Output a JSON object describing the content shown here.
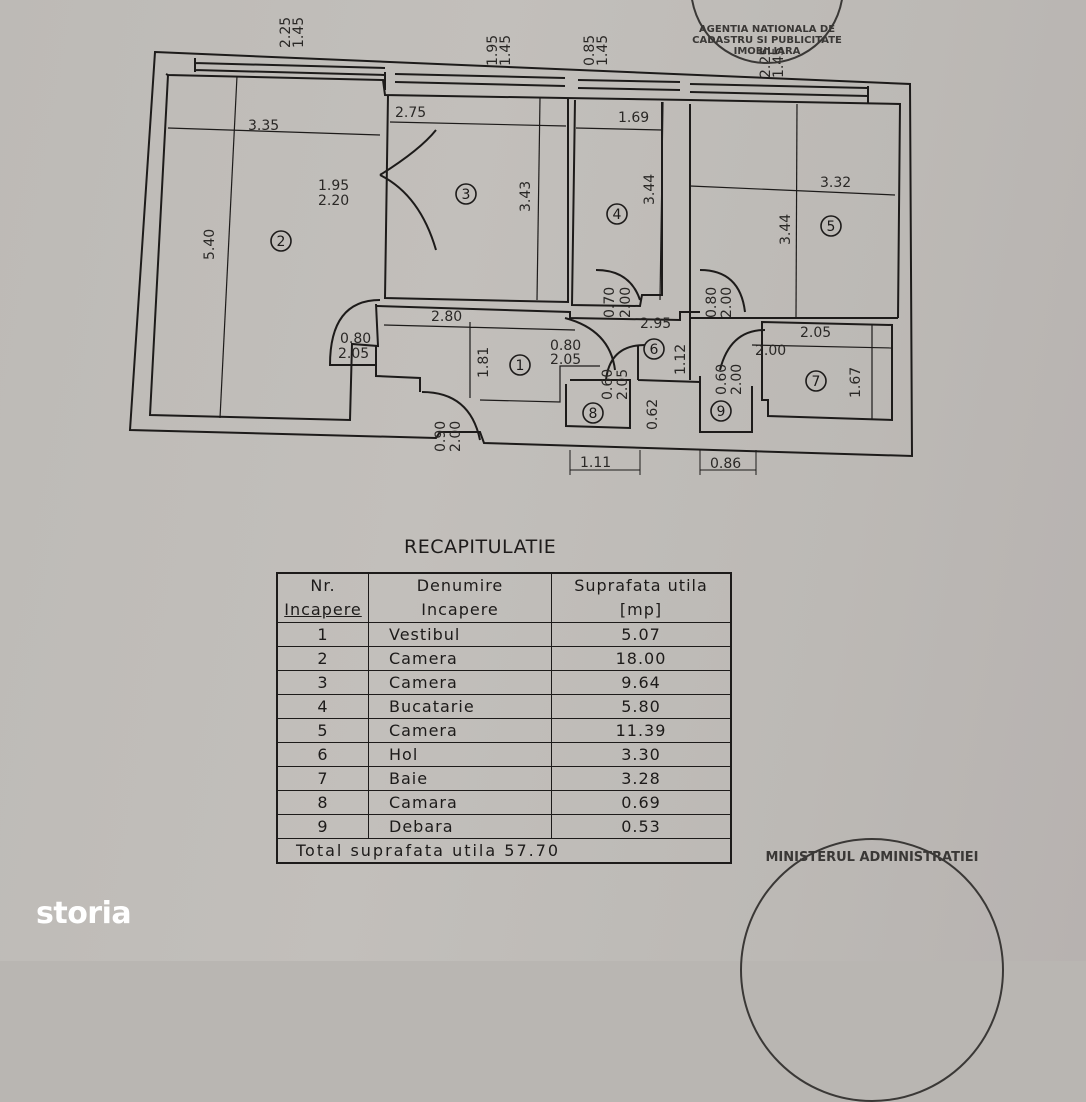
{
  "floor_plan": {
    "top_window_dims": [
      "2.25/1.45",
      "1.95/1.45",
      "0.85/1.45",
      "2.25/1.45"
    ],
    "rooms": [
      {
        "nr": "1",
        "label": "①",
        "dims": [
          "2.80",
          "1.81"
        ]
      },
      {
        "nr": "2",
        "label": "②",
        "dims": [
          "3.35",
          "5.40"
        ]
      },
      {
        "nr": "3",
        "label": "③",
        "dims": [
          "2.75",
          "3.43"
        ]
      },
      {
        "nr": "4",
        "label": "④",
        "dims": [
          "1.69",
          "3.44"
        ]
      },
      {
        "nr": "5",
        "label": "⑤",
        "dims": [
          "3.32",
          "3.44"
        ]
      },
      {
        "nr": "6",
        "label": "⑥",
        "dims": [
          "2.95",
          "1.12"
        ]
      },
      {
        "nr": "7",
        "label": "⑦",
        "dims": [
          "2.05",
          "1.67"
        ]
      },
      {
        "nr": "8",
        "label": "⑧",
        "dims": [
          "1.11",
          "0.62"
        ]
      },
      {
        "nr": "9",
        "label": "⑨",
        "dims": [
          "0.86"
        ]
      }
    ],
    "door_dims": [
      {
        "w": "1.95",
        "h": "2.20"
      },
      {
        "w": "0.80",
        "h": "2.05"
      },
      {
        "w": "0.80",
        "h": "2.05"
      },
      {
        "w": "0.90",
        "h": "2.00"
      },
      {
        "w": "0.70",
        "h": "2.00"
      },
      {
        "w": "0.80",
        "h": "2.00"
      },
      {
        "w": "0.60",
        "h": "2.05"
      },
      {
        "w": "0.60",
        "h": "2.00"
      },
      {
        "w": "2.00",
        "h": "2.00"
      }
    ],
    "dims": {
      "d335": "3.35",
      "d540": "5.40",
      "d195": "1.95",
      "d220": "2.20",
      "d275": "2.75",
      "d343": "3.43",
      "d169": "1.69",
      "d344a": "3.44",
      "d332": "3.32",
      "d344b": "3.44",
      "d280": "2.80",
      "d181": "1.81",
      "d080a": "0.80",
      "d205a": "2.05",
      "d080b": "0.80",
      "d205b": "2.05",
      "d090": "0.90",
      "d200a": "2.00",
      "d070": "0.70",
      "d200b": "2.00",
      "d080c": "0.80",
      "d200c": "2.00",
      "d295": "2.95",
      "d112": "1.12",
      "d205c": "2.05",
      "d167": "1.67",
      "d060a": "0.60",
      "d205d": "2.05",
      "d062": "0.62",
      "d060b": "0.60",
      "d200d": "2.00",
      "d200e": "2.00",
      "d111": "1.11",
      "d086": "0.86",
      "w1a": "2.25",
      "w1b": "1.45",
      "w2a": "1.95",
      "w2b": "1.45",
      "w3a": "0.85",
      "w3b": "1.45",
      "w4a": "2.25",
      "w4b": "1.45"
    }
  },
  "recap": {
    "title": "RECAPITULATIE",
    "headers": {
      "nr_line1": "Nr.",
      "nr_line2": "Incapere",
      "name_line1": "Denumire",
      "name_line2": "Incapere",
      "area_line1": "Suprafata utila",
      "area_line2": "[mp]"
    },
    "rows": [
      {
        "nr": "1",
        "name": "Vestibul",
        "area": "5.07"
      },
      {
        "nr": "2",
        "name": "Camera",
        "area": "18.00"
      },
      {
        "nr": "3",
        "name": "Camera",
        "area": "9.64"
      },
      {
        "nr": "4",
        "name": "Bucatarie",
        "area": "5.80"
      },
      {
        "nr": "5",
        "name": "Camera",
        "area": "11.39"
      },
      {
        "nr": "6",
        "name": "Hol",
        "area": "3.30"
      },
      {
        "nr": "7",
        "name": "Baie",
        "area": "3.28"
      },
      {
        "nr": "8",
        "name": "Camara",
        "area": "0.69"
      },
      {
        "nr": "9",
        "name": "Debara",
        "area": "0.53"
      }
    ],
    "total_label": "Total suprafata utila 57.70"
  },
  "stamps": {
    "top": "AGENTIA NATIONALA DE CADASTRU SI PUBLICITATE IMOBILIARA",
    "bottom": "MINISTERUL ADMINISTRATIEI"
  },
  "brand": {
    "logo_text": "storia"
  },
  "colors": {
    "paper": "#bdbab6",
    "ink": "#1d1b1a",
    "brand_text": "#ffffff"
  }
}
